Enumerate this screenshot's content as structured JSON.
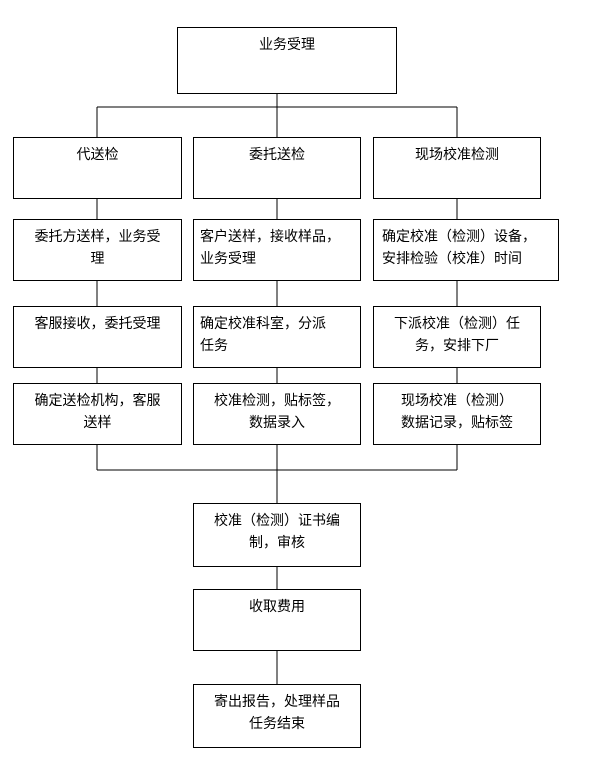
{
  "top": {
    "title": "业务受理"
  },
  "columns": [
    {
      "header": "代送检",
      "steps": [
        "委托方送样，业务受\n理",
        "客服接收，委托受理",
        "确定送检机构，客服\n送样"
      ]
    },
    {
      "header": "委托送检",
      "steps": [
        "客户送样，接收样品，\n业务受理",
        "确定校准科室，分派\n任务",
        "校准检测，贴标签，\n数据录入"
      ]
    },
    {
      "header": "现场校准检测",
      "steps": [
        "确定校准（检测）设备，\n安排检验（校准）时间",
        "下派校准（检测）任\n务，安排下厂",
        "现场校准（检测）\n数据记录，贴标签"
      ]
    }
  ],
  "bottom": [
    "校准（检测）证书编\n制，审核",
    "收取费用",
    "寄出报告，处理样品\n任务结束"
  ]
}
